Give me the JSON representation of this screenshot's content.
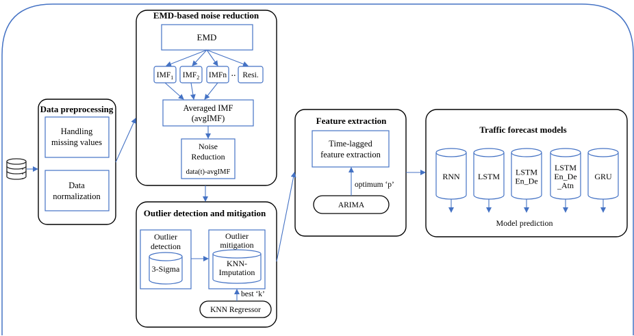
{
  "colors": {
    "accent": "#4472c4",
    "border": "#000000"
  },
  "database_icon": "database-icon",
  "data_preprocessing": {
    "title": "Data preprocessing",
    "handling": [
      "Handling",
      "missing values"
    ],
    "normalization": [
      "Data",
      "normalization"
    ]
  },
  "emd": {
    "title": "EMD-based noise reduction",
    "emd_label": "EMD",
    "imf1": "IMF",
    "imf1_sub": "1",
    "imf2": "IMF",
    "imf2_sub": "2",
    "imfn": "IMFn",
    "dots": "..",
    "resi": "Resi.",
    "averaged": [
      "Averaged IMF",
      "(avgIMF)"
    ],
    "noise": [
      "Noise",
      "Reduction",
      "data(t)-avgIMF"
    ]
  },
  "outlier": {
    "title": "Outlier detection and mitigation",
    "detection": [
      "Outlier",
      "detection"
    ],
    "sigma": "3-Sigma",
    "mitigation": [
      "Outlier",
      "mitigation"
    ],
    "knn": [
      "KNN-",
      "Imputation"
    ],
    "best_k": "best ‘k’",
    "regressor": "KNN Regressor"
  },
  "feature": {
    "title": "Feature extraction",
    "timelagged": [
      "Time-lagged",
      "feature extraction"
    ],
    "optimum_p": "optimum ‘p’",
    "arima": "ARIMA"
  },
  "forecast": {
    "title": "Traffic forecast models",
    "models": [
      [
        "RNN"
      ],
      [
        "LSTM"
      ],
      [
        "LSTM",
        "En_De"
      ],
      [
        "LSTM",
        "En_De",
        "_Atn"
      ],
      [
        "GRU"
      ]
    ],
    "prediction": "Model prediction"
  }
}
